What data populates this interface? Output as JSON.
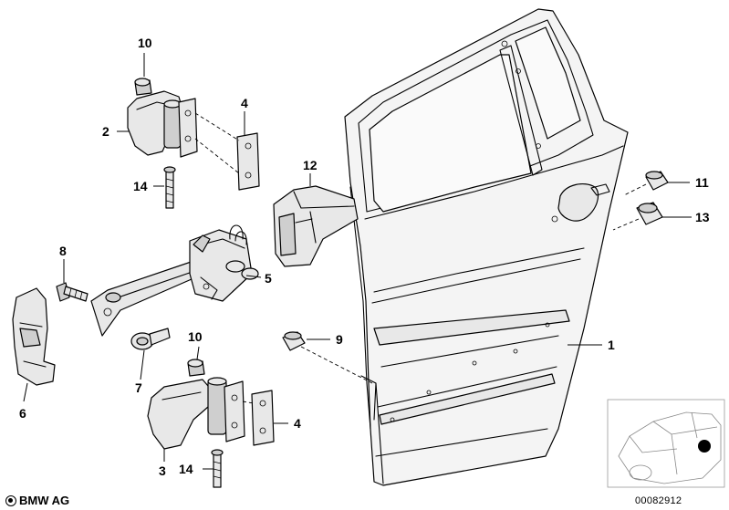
{
  "callouts": {
    "door": "1",
    "upper_hinge": "2",
    "lower_hinge": "3",
    "hinge_plate_upper": "4",
    "hinge_plate_lower": "4",
    "door_check": "5",
    "seal_cover": "6",
    "bolt_7": "7",
    "bolt_8": "8",
    "grommet_9": "9",
    "nut_upper": "10",
    "nut_lower": "10",
    "clip_11": "11",
    "check_bracket": "12",
    "plug_13": "13",
    "screw_upper": "14",
    "screw_lower": "14"
  },
  "footer": {
    "brand": "BMW AG",
    "doc_number": "00082912"
  },
  "inset": {
    "marker_color": "#000000",
    "line_color": "#888888"
  }
}
